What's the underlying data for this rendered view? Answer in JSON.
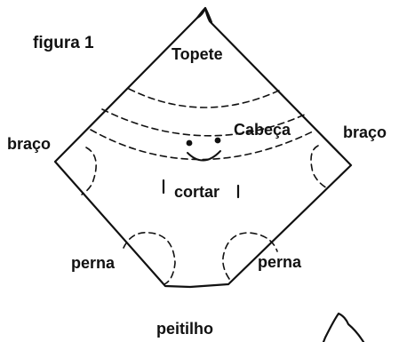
{
  "figure": {
    "title": "figura 1",
    "labels": {
      "topete": "Topete",
      "cabeca": "Cabeça",
      "braco_left": "braço",
      "braco_right": "braço",
      "cortar": "cortar",
      "perna_left": "perna",
      "perna_right": "perna",
      "peitilho": "peitilho"
    }
  },
  "colors": {
    "ink": "#111111",
    "background": "#ffffff"
  }
}
